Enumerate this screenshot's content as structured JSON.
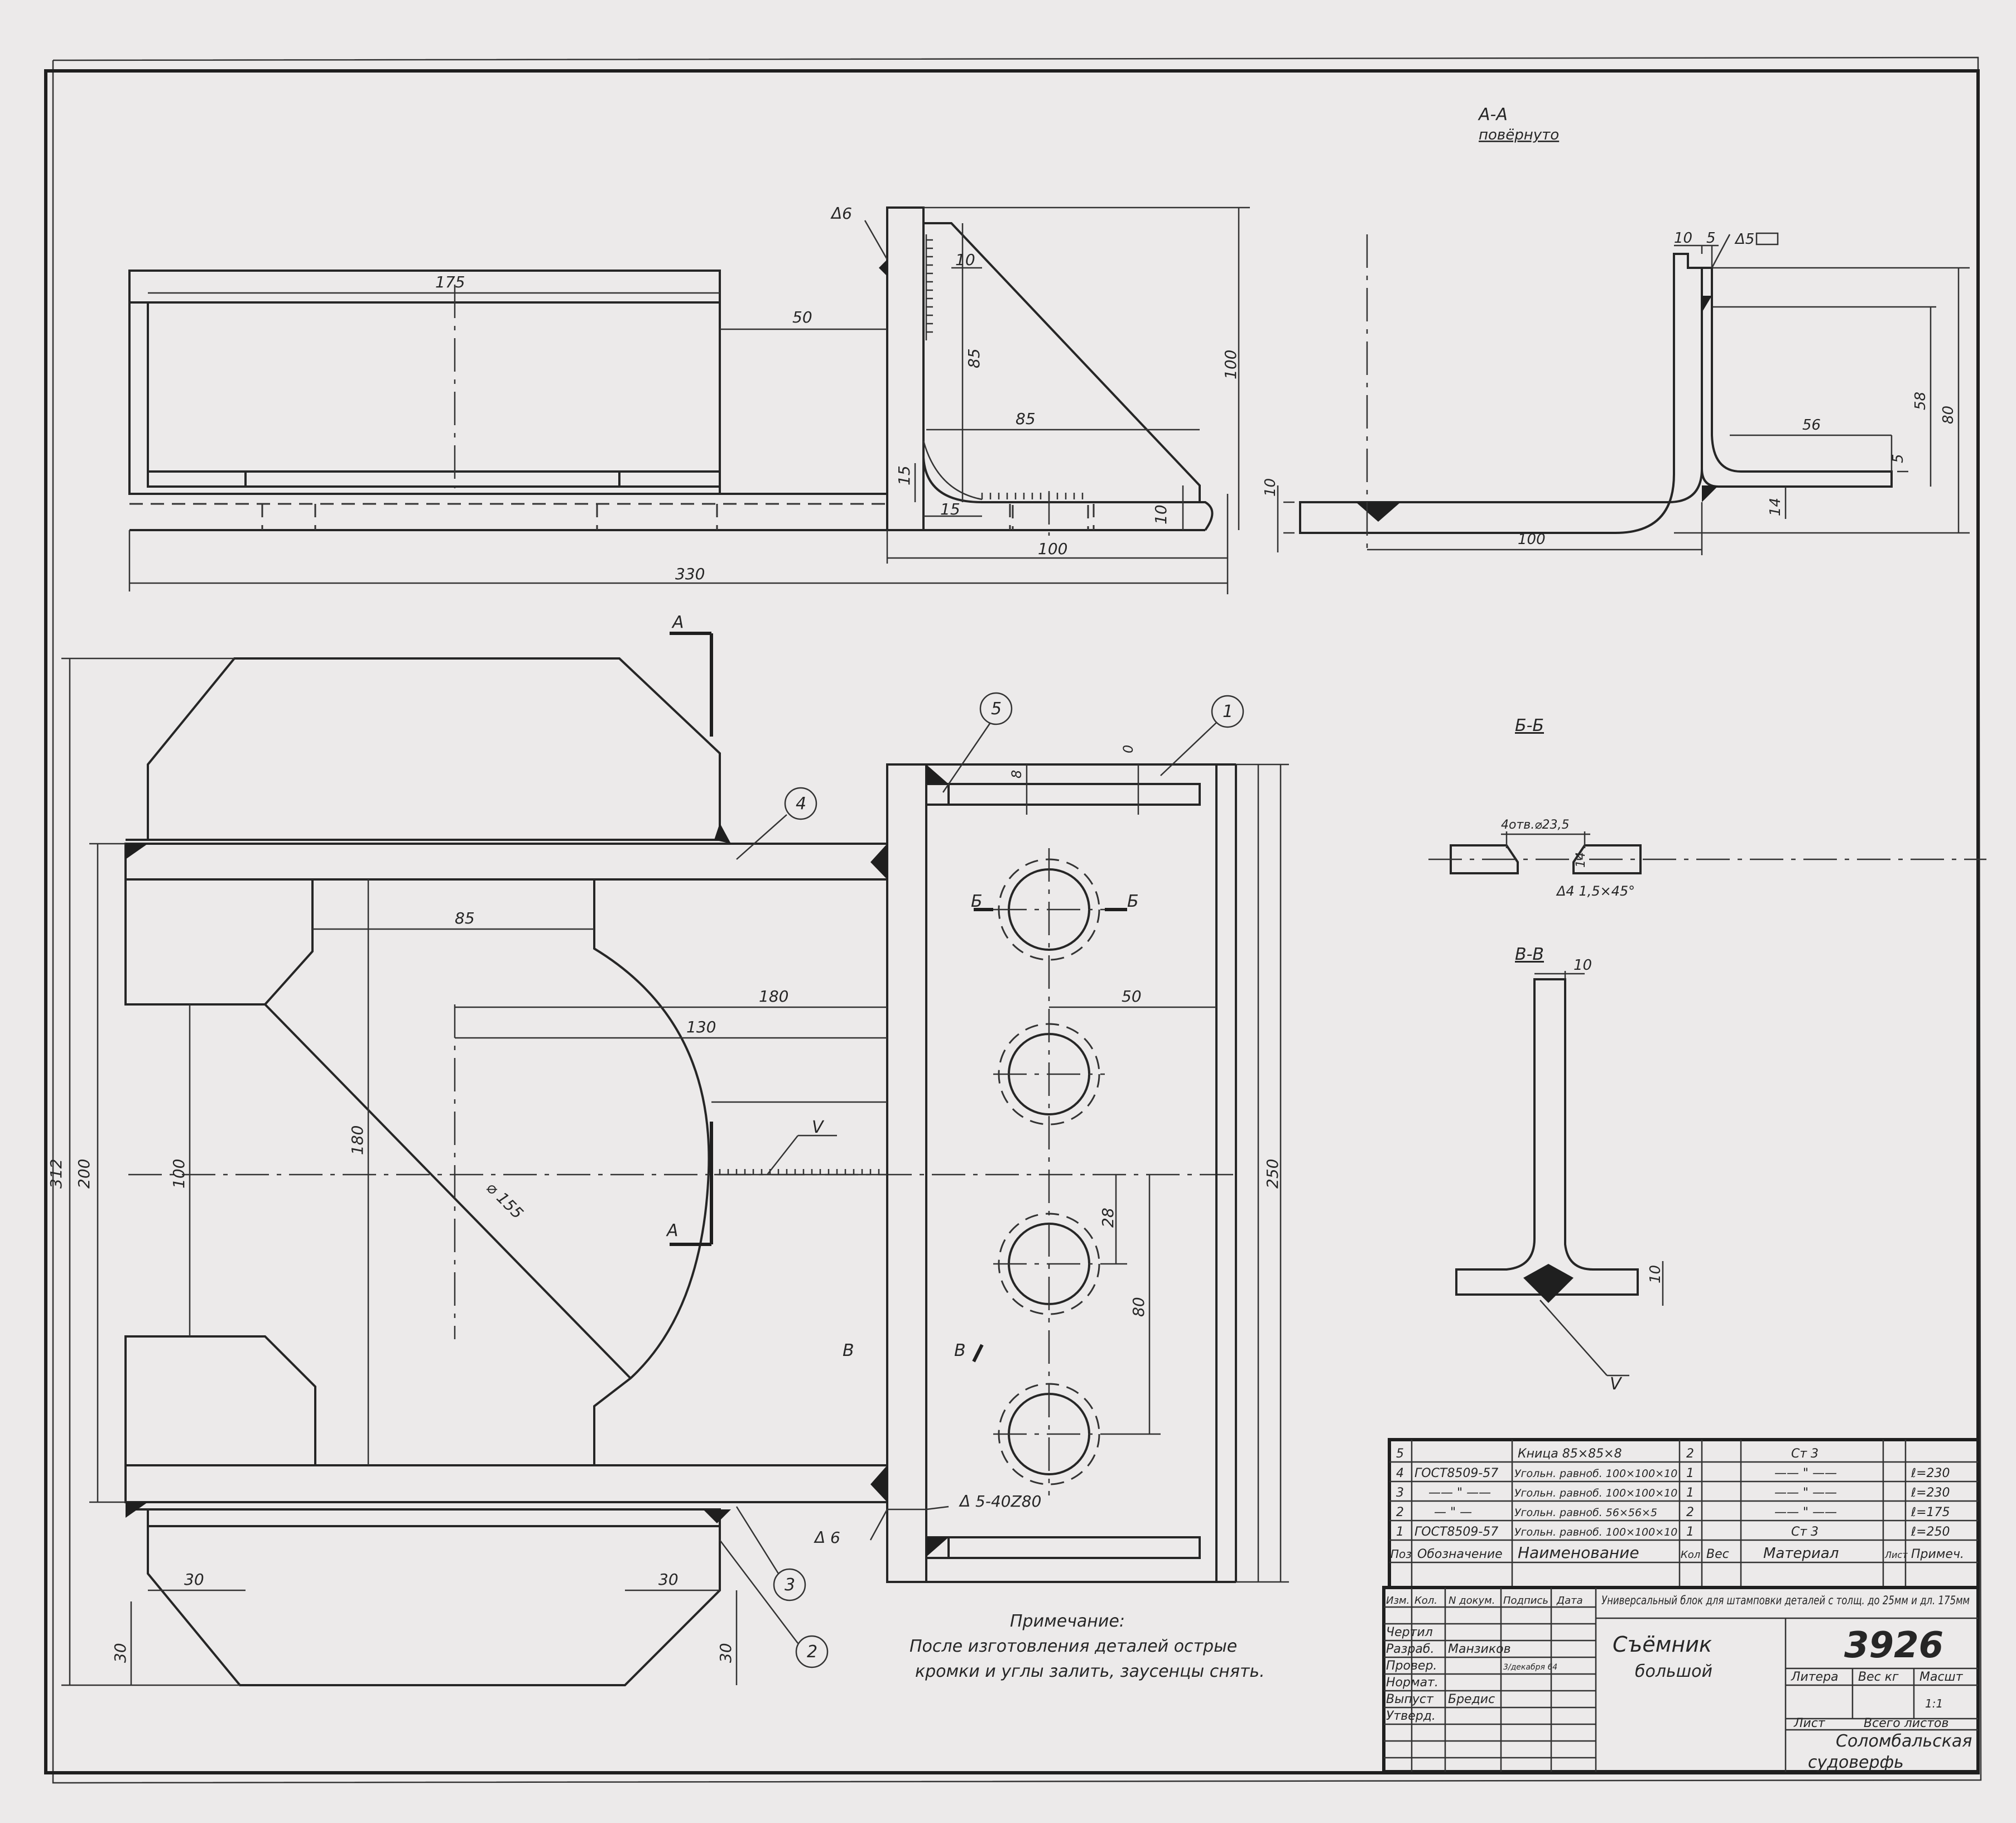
{
  "view_titles": {
    "section_aa": "А-А",
    "section_aa_note": "повёрнуто",
    "section_bb": "Б-Б",
    "section_vv": "В-В"
  },
  "dims": {
    "top": {
      "d175": "175",
      "d50": "50",
      "d330": "330",
      "d10a": "10",
      "d85a": "85",
      "d85b": "85",
      "d100v": "100",
      "d15a": "15",
      "d15b": "15",
      "d10b": "10",
      "d100h": "100",
      "weld6": "Δ6"
    },
    "aa": {
      "d10": "10",
      "d5": "5",
      "weld5": "Δ5",
      "d56": "56",
      "d5b": "5",
      "d58": "58",
      "d80": "80",
      "d14": "14",
      "d10l": "10",
      "d100": "100"
    },
    "plan": {
      "d312": "312",
      "d200": "200",
      "d100": "100",
      "d180v": "180",
      "d85": "85",
      "d180": "180",
      "d130": "130",
      "d50": "50",
      "dia155": "⌀ 155",
      "d28": "28",
      "d80": "80",
      "d250": "250",
      "d8": "8",
      "d0": "0",
      "d30a": "30",
      "d30b": "30",
      "d30c": "30",
      "d30d": "30",
      "weldV": "V",
      "weld5": "Δ 5-40Z80",
      "weld6": "Δ 6",
      "secA_top": "А",
      "secA_bot": "А",
      "secB_l": "Б",
      "secB_r": "Б",
      "secV_l": "В",
      "secV_r": "В"
    },
    "bb": {
      "holes": "4отв.⌀23,5",
      "d14": "14",
      "chamfer": "Δ4 1,5×45°"
    },
    "vv": {
      "d10": "10",
      "d10b": "10",
      "weld": "V"
    }
  },
  "callouts": [
    "1",
    "2",
    "3",
    "4",
    "5"
  ],
  "note": {
    "title": "Примечание:",
    "line1": "После изготовления деталей острые",
    "line2": "кромки и углы залить, заусенцы снять."
  },
  "bom": {
    "rows": [
      {
        "pos": "5",
        "code": "",
        "name": "Кница 85×85×8",
        "qty": "2",
        "mat": "Ст 3",
        "note": ""
      },
      {
        "pos": "4",
        "code": "ГОСТ8509-57",
        "name": "Угольн. равноб. 100×100×10",
        "qty": "1",
        "mat": "—— \" ——",
        "note": "ℓ=230"
      },
      {
        "pos": "3",
        "code": "—— \" ——",
        "name": "Угольн. равноб. 100×100×10",
        "qty": "1",
        "mat": "—— \" ——",
        "note": "ℓ=230"
      },
      {
        "pos": "2",
        "code": "— \" —",
        "name": "Угольн. равноб. 56×56×5",
        "qty": "2",
        "mat": "—— \" ——",
        "note": "ℓ=175"
      },
      {
        "pos": "1",
        "code": "ГОСТ8509-57",
        "name": "Угольн. равноб. 100×100×10",
        "qty": "1",
        "mat": "Ст 3",
        "note": "ℓ=250"
      }
    ],
    "headers": {
      "pos": "Поз",
      "code": "Обозначение",
      "name": "Наименование",
      "qty": "Кол",
      "mass": "Вес",
      "mat": "Материал",
      "mass2": "Лист",
      "note": "Примеч."
    }
  },
  "title_block": {
    "project": "Универсальный блок для штамповки деталей с толщ. до 25мм и дл. 175мм",
    "drawing_no": "3926",
    "part_name_1": "Съёмник",
    "part_name_2": "большой",
    "org_1": "Соломбальская",
    "org_2": "судоверфь",
    "lit": "Литера",
    "mass": "Вес кг",
    "scale": "Масшт",
    "scale_val": "1:1",
    "sheet": "Лист",
    "sheets": "Всего листов",
    "hdr": [
      "Изм.",
      "Кол.",
      "N докум.",
      "Подпись",
      "Дата"
    ],
    "roles": [
      "Чертил",
      "Разраб.",
      "Провер.",
      "Нормат.",
      "Выпуст",
      "Утверд."
    ],
    "names": {
      "razrab": "Манзиков",
      "vypust": "Бредис",
      "date": "3/декабря 64"
    }
  }
}
